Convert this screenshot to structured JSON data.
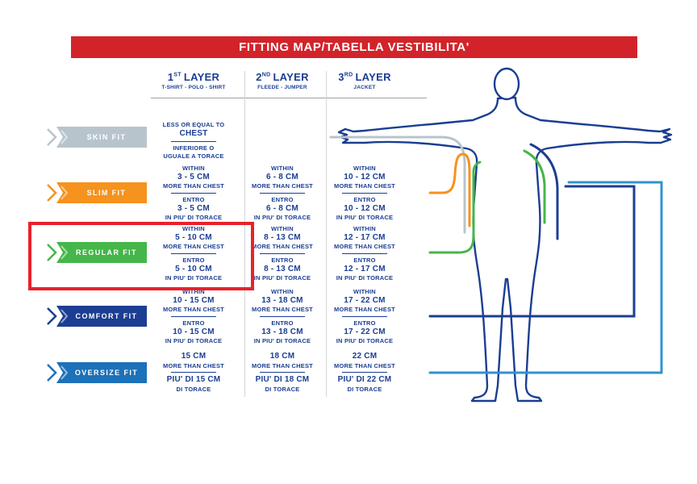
{
  "title": "FITTING MAP/TABELLA VESTIBILITA'",
  "header": {
    "columns": [
      {
        "num": "1",
        "sup": "ST",
        "layer": "LAYER",
        "sub": "T-SHIRT - POLO - SHIRT"
      },
      {
        "num": "2",
        "sup": "ND",
        "layer": "LAYER",
        "sub": "FLEEDE - JUMPER"
      },
      {
        "num": "3",
        "sup": "RD",
        "layer": "LAYER",
        "sub": "JACKET"
      }
    ]
  },
  "rows": [
    {
      "label": "SKIN FIT",
      "color": "#b8c4cc",
      "highlighted": false,
      "cells": [
        {
          "en_pre": "LESS OR EQUAL TO",
          "en_val": "CHEST",
          "en_post": "",
          "it_pre": "INFERIORE O",
          "it_val": "",
          "it_post": "UGUALE A TORACE"
        }
      ]
    },
    {
      "label": "SLIM FIT",
      "color": "#f6921e",
      "highlighted": false,
      "cells": [
        {
          "en_pre": "WITHIN",
          "en_val": "3 - 5 CM",
          "en_post": "MORE THAN CHEST",
          "it_pre": "ENTRO",
          "it_val": "3 - 5 CM",
          "it_post": "IN PIU' DI TORACE"
        },
        {
          "en_pre": "WITHIN",
          "en_val": "6 - 8 CM",
          "en_post": "MORE THAN CHEST",
          "it_pre": "ENTRO",
          "it_val": "6 - 8 CM",
          "it_post": "IN PIU' DI TORACE"
        },
        {
          "en_pre": "WITHIN",
          "en_val": "10 - 12 CM",
          "en_post": "MORE THAN CHEST",
          "it_pre": "ENTRO",
          "it_val": "10 - 12 CM",
          "it_post": "IN PIU' DI TORACE"
        }
      ]
    },
    {
      "label": "REGULAR FIT",
      "color": "#45b649",
      "highlighted": true,
      "cells": [
        {
          "en_pre": "WITHIN",
          "en_val": "5 - 10 CM",
          "en_post": "MORE THAN CHEST",
          "it_pre": "ENTRO",
          "it_val": "5 - 10 CM",
          "it_post": "IN PIU' DI TORACE"
        },
        {
          "en_pre": "WITHIN",
          "en_val": "8 - 13 CM",
          "en_post": "MORE THAN CHEST",
          "it_pre": "ENTRO",
          "it_val": "8 - 13 CM",
          "it_post": "IN PIU' DI TORACE"
        },
        {
          "en_pre": "WITHIN",
          "en_val": "12 - 17 CM",
          "en_post": "MORE THAN CHEST",
          "it_pre": "ENTRO",
          "it_val": "12 - 17 CM",
          "it_post": "IN PIU' DI TORACE"
        }
      ]
    },
    {
      "label": "COMFORT FIT",
      "color": "#1b3e92",
      "highlighted": false,
      "cells": [
        {
          "en_pre": "WITHIN",
          "en_val": "10 - 15 CM",
          "en_post": "MORE THAN CHEST",
          "it_pre": "ENTRO",
          "it_val": "10 - 15 CM",
          "it_post": "IN PIU' DI TORACE"
        },
        {
          "en_pre": "WITHIN",
          "en_val": "13 - 18 CM",
          "en_post": "MORE THAN CHEST",
          "it_pre": "ENTRO",
          "it_val": "13 - 18 CM",
          "it_post": "IN PIU' DI TORACE"
        },
        {
          "en_pre": "WITHIN",
          "en_val": "17 - 22 CM",
          "en_post": "MORE THAN CHEST",
          "it_pre": "ENTRO",
          "it_val": "17 - 22 CM",
          "it_post": "IN PIU' DI TORACE"
        }
      ]
    },
    {
      "label": "OVERSIZE FIT",
      "color": "#1d71b8",
      "highlighted": false,
      "cells": [
        {
          "en_pre": "",
          "en_val": "15 CM",
          "en_post": "MORE THAN CHEST",
          "it_pre": "",
          "it_val": "PIU' DI 15 CM",
          "it_post": "DI TORACE"
        },
        {
          "en_pre": "",
          "en_val": "18 CM",
          "en_post": "MORE THAN CHEST",
          "it_pre": "",
          "it_val": "PIU' DI 18 CM",
          "it_post": "DI TORACE"
        },
        {
          "en_pre": "",
          "en_val": "22 CM",
          "en_post": "MORE THAN CHEST",
          "it_pre": "",
          "it_val": "PIU' DI 22 CM",
          "it_post": "DI TORACE"
        }
      ]
    }
  ],
  "colors": {
    "banner": "#d2232a",
    "navy": "#1b3e92",
    "highlight_box": "#e8212b",
    "skin": "#b8c4cc",
    "slim": "#f6921e",
    "regular": "#45b649",
    "comfort": "#1b3e92",
    "oversize": "#1d71b8",
    "oversize_line": "#2e93cf",
    "body_outline": "#1b3e92"
  }
}
